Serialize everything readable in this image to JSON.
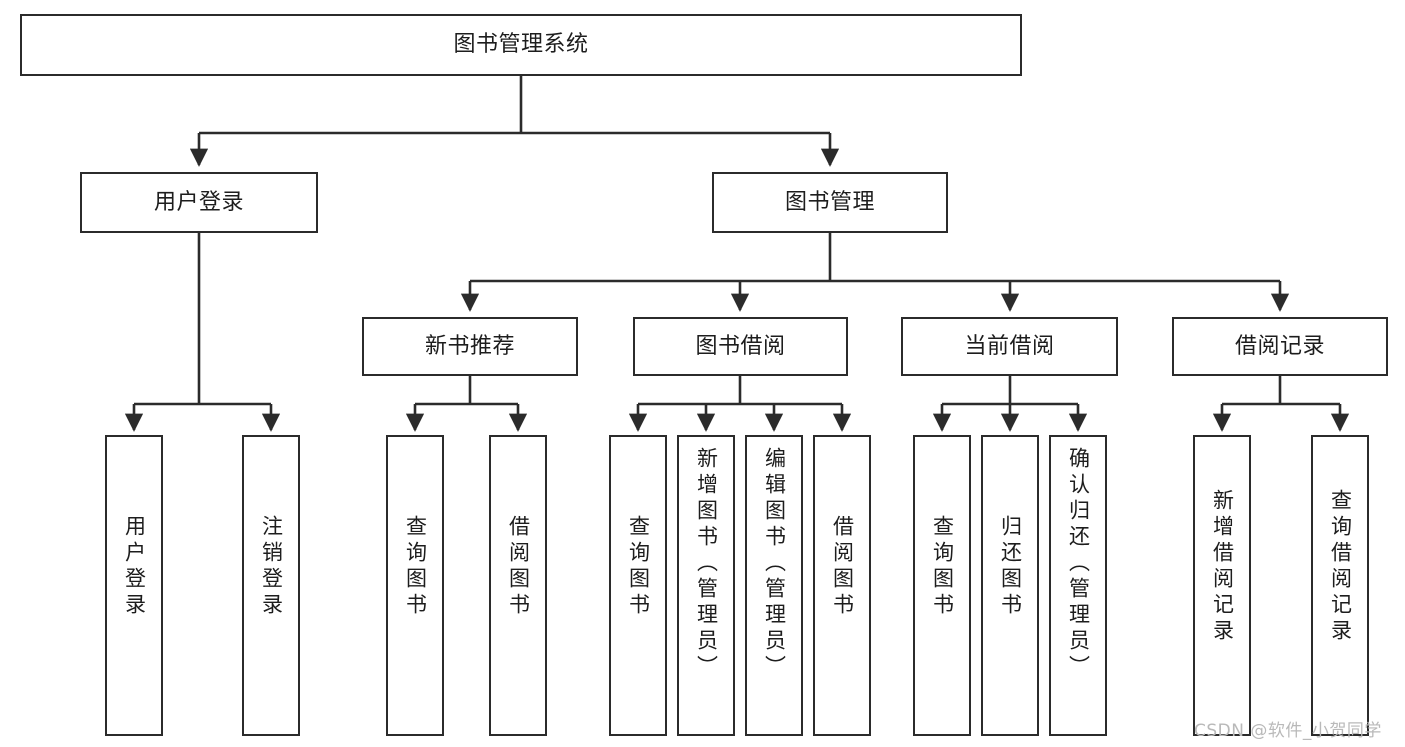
{
  "diagram": {
    "title": "图书管理系统",
    "root": {
      "label": "图书管理系统"
    },
    "level2": [
      {
        "label": "用户登录"
      },
      {
        "label": "图书管理"
      }
    ],
    "level3": [
      {
        "label": "新书推荐"
      },
      {
        "label": "图书借阅"
      },
      {
        "label": "当前借阅"
      },
      {
        "label": "借阅记录"
      }
    ],
    "leaves": {
      "user_login": [
        {
          "label": "用户登录"
        },
        {
          "label": "注销登录"
        }
      ],
      "new_book_recommend": [
        {
          "label": "查询图书"
        },
        {
          "label": "借阅图书"
        }
      ],
      "book_borrow": [
        {
          "label": "查询图书"
        },
        {
          "label": "新增图书（管理员）"
        },
        {
          "label": "编辑图书（管理员）"
        },
        {
          "label": "借阅图书"
        }
      ],
      "current_borrow": [
        {
          "label": "查询图书"
        },
        {
          "label": "归还图书"
        },
        {
          "label": "确认归还（管理员）"
        }
      ],
      "borrow_record": [
        {
          "label": "新增借阅记录"
        },
        {
          "label": "查询借阅记录"
        }
      ]
    }
  },
  "watermark": {
    "text": "CSDN @软件_小贺同学"
  },
  "colors": {
    "stroke": "#2b2b2b",
    "fill": "#ffffff",
    "text": "#1d1d1d",
    "watermark": "#b9b9b9"
  }
}
